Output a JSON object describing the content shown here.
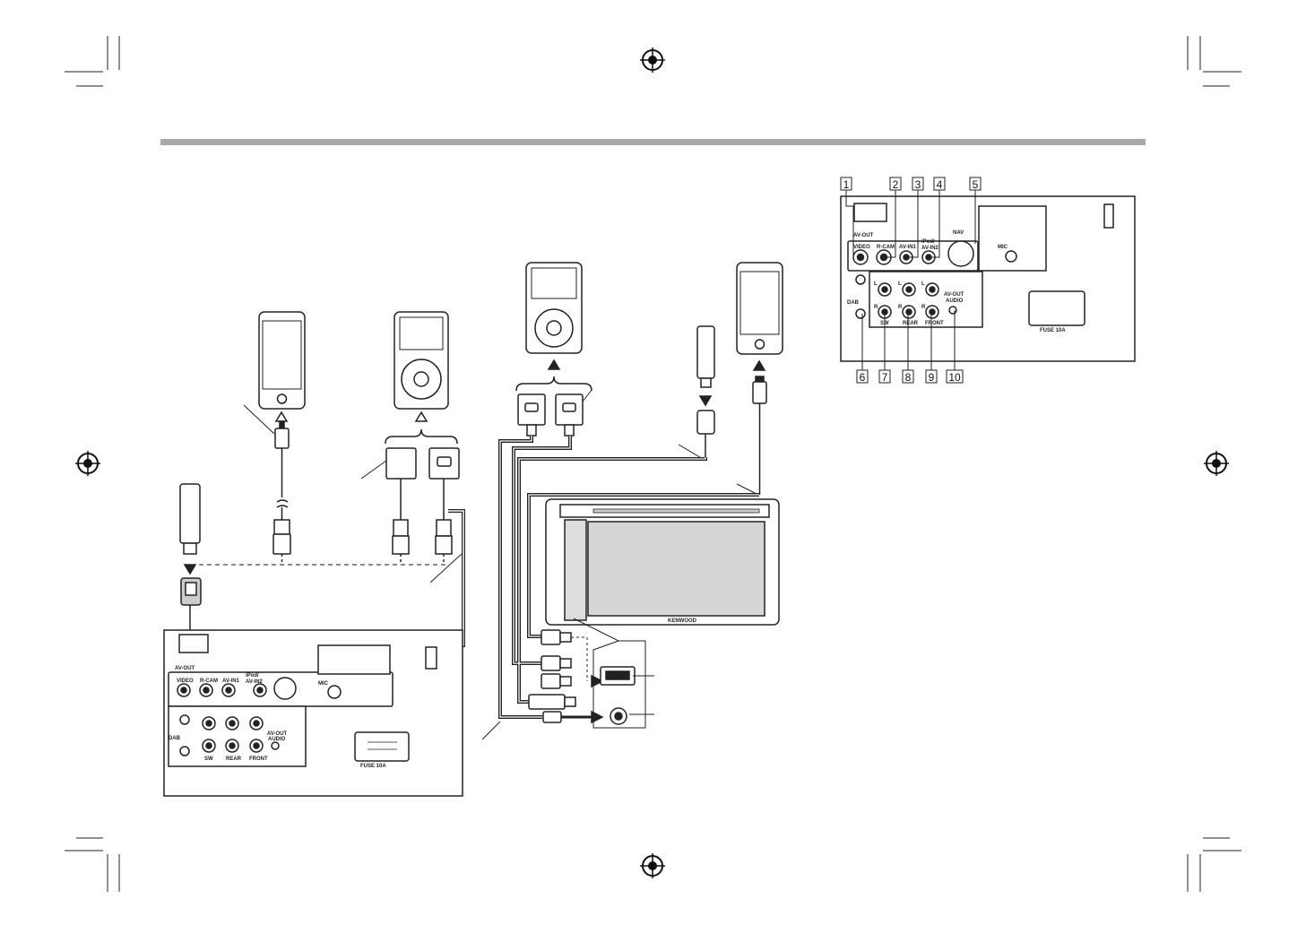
{
  "panel_labels": {
    "av_out": "AV-OUT",
    "video": "VIDEO",
    "r_cam": "R-CAM",
    "av_in1": "AV-IN1",
    "ipod_av_in2_line1": "iPod/",
    "ipod_av_in2_line2": "AV-IN2",
    "nav": "NAV",
    "mic": "MIC",
    "dab": "DAB",
    "sw": "SW",
    "rear": "REAR",
    "front": "FRONT",
    "av_out_audio_line1": "AV-OUT",
    "av_out_audio_line2": "AUDIO",
    "fuse": "FUSE 10A",
    "left": "L",
    "right": "R"
  },
  "brand": "KENWOOD",
  "callouts_top": [
    "1",
    "2",
    "3",
    "4",
    "5"
  ],
  "callouts_bottom": [
    "6",
    "7",
    "8",
    "9",
    "10"
  ]
}
